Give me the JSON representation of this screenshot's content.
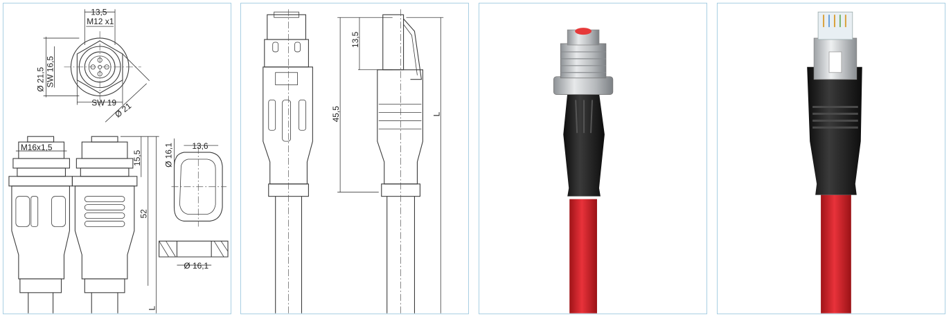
{
  "panels": [
    {
      "name": "m12-connector-drawing",
      "dimensions": {
        "width_13_5": "13,5",
        "thread_m12": "M12 x1",
        "dia_21_5": "Ø 21,5",
        "sw_16_5": "SW 16,5",
        "sw_19": "SW 19",
        "dia_21": "Ø 21",
        "thread_m16": "M16x1,5",
        "len_15_5": "15,5",
        "len_52": "52",
        "len_L": "L",
        "dia_16_1_top": "Ø 16,1",
        "width_13_6": "13,6",
        "dia_16_1_bottom": "Ø 16,1"
      }
    },
    {
      "name": "rj45-connector-drawing",
      "dimensions": {
        "len_13_5": "13,5",
        "len_45_5": "45,5",
        "len_L": "L"
      }
    },
    {
      "name": "m12-product-photo"
    },
    {
      "name": "rj45-product-photo"
    }
  ],
  "colors": {
    "border": "#a9cfe3",
    "cable_red": "#d8232a",
    "housing_black": "#1c1c1c",
    "metal": "#c9ccce",
    "cap_red": "#e63a3a"
  }
}
